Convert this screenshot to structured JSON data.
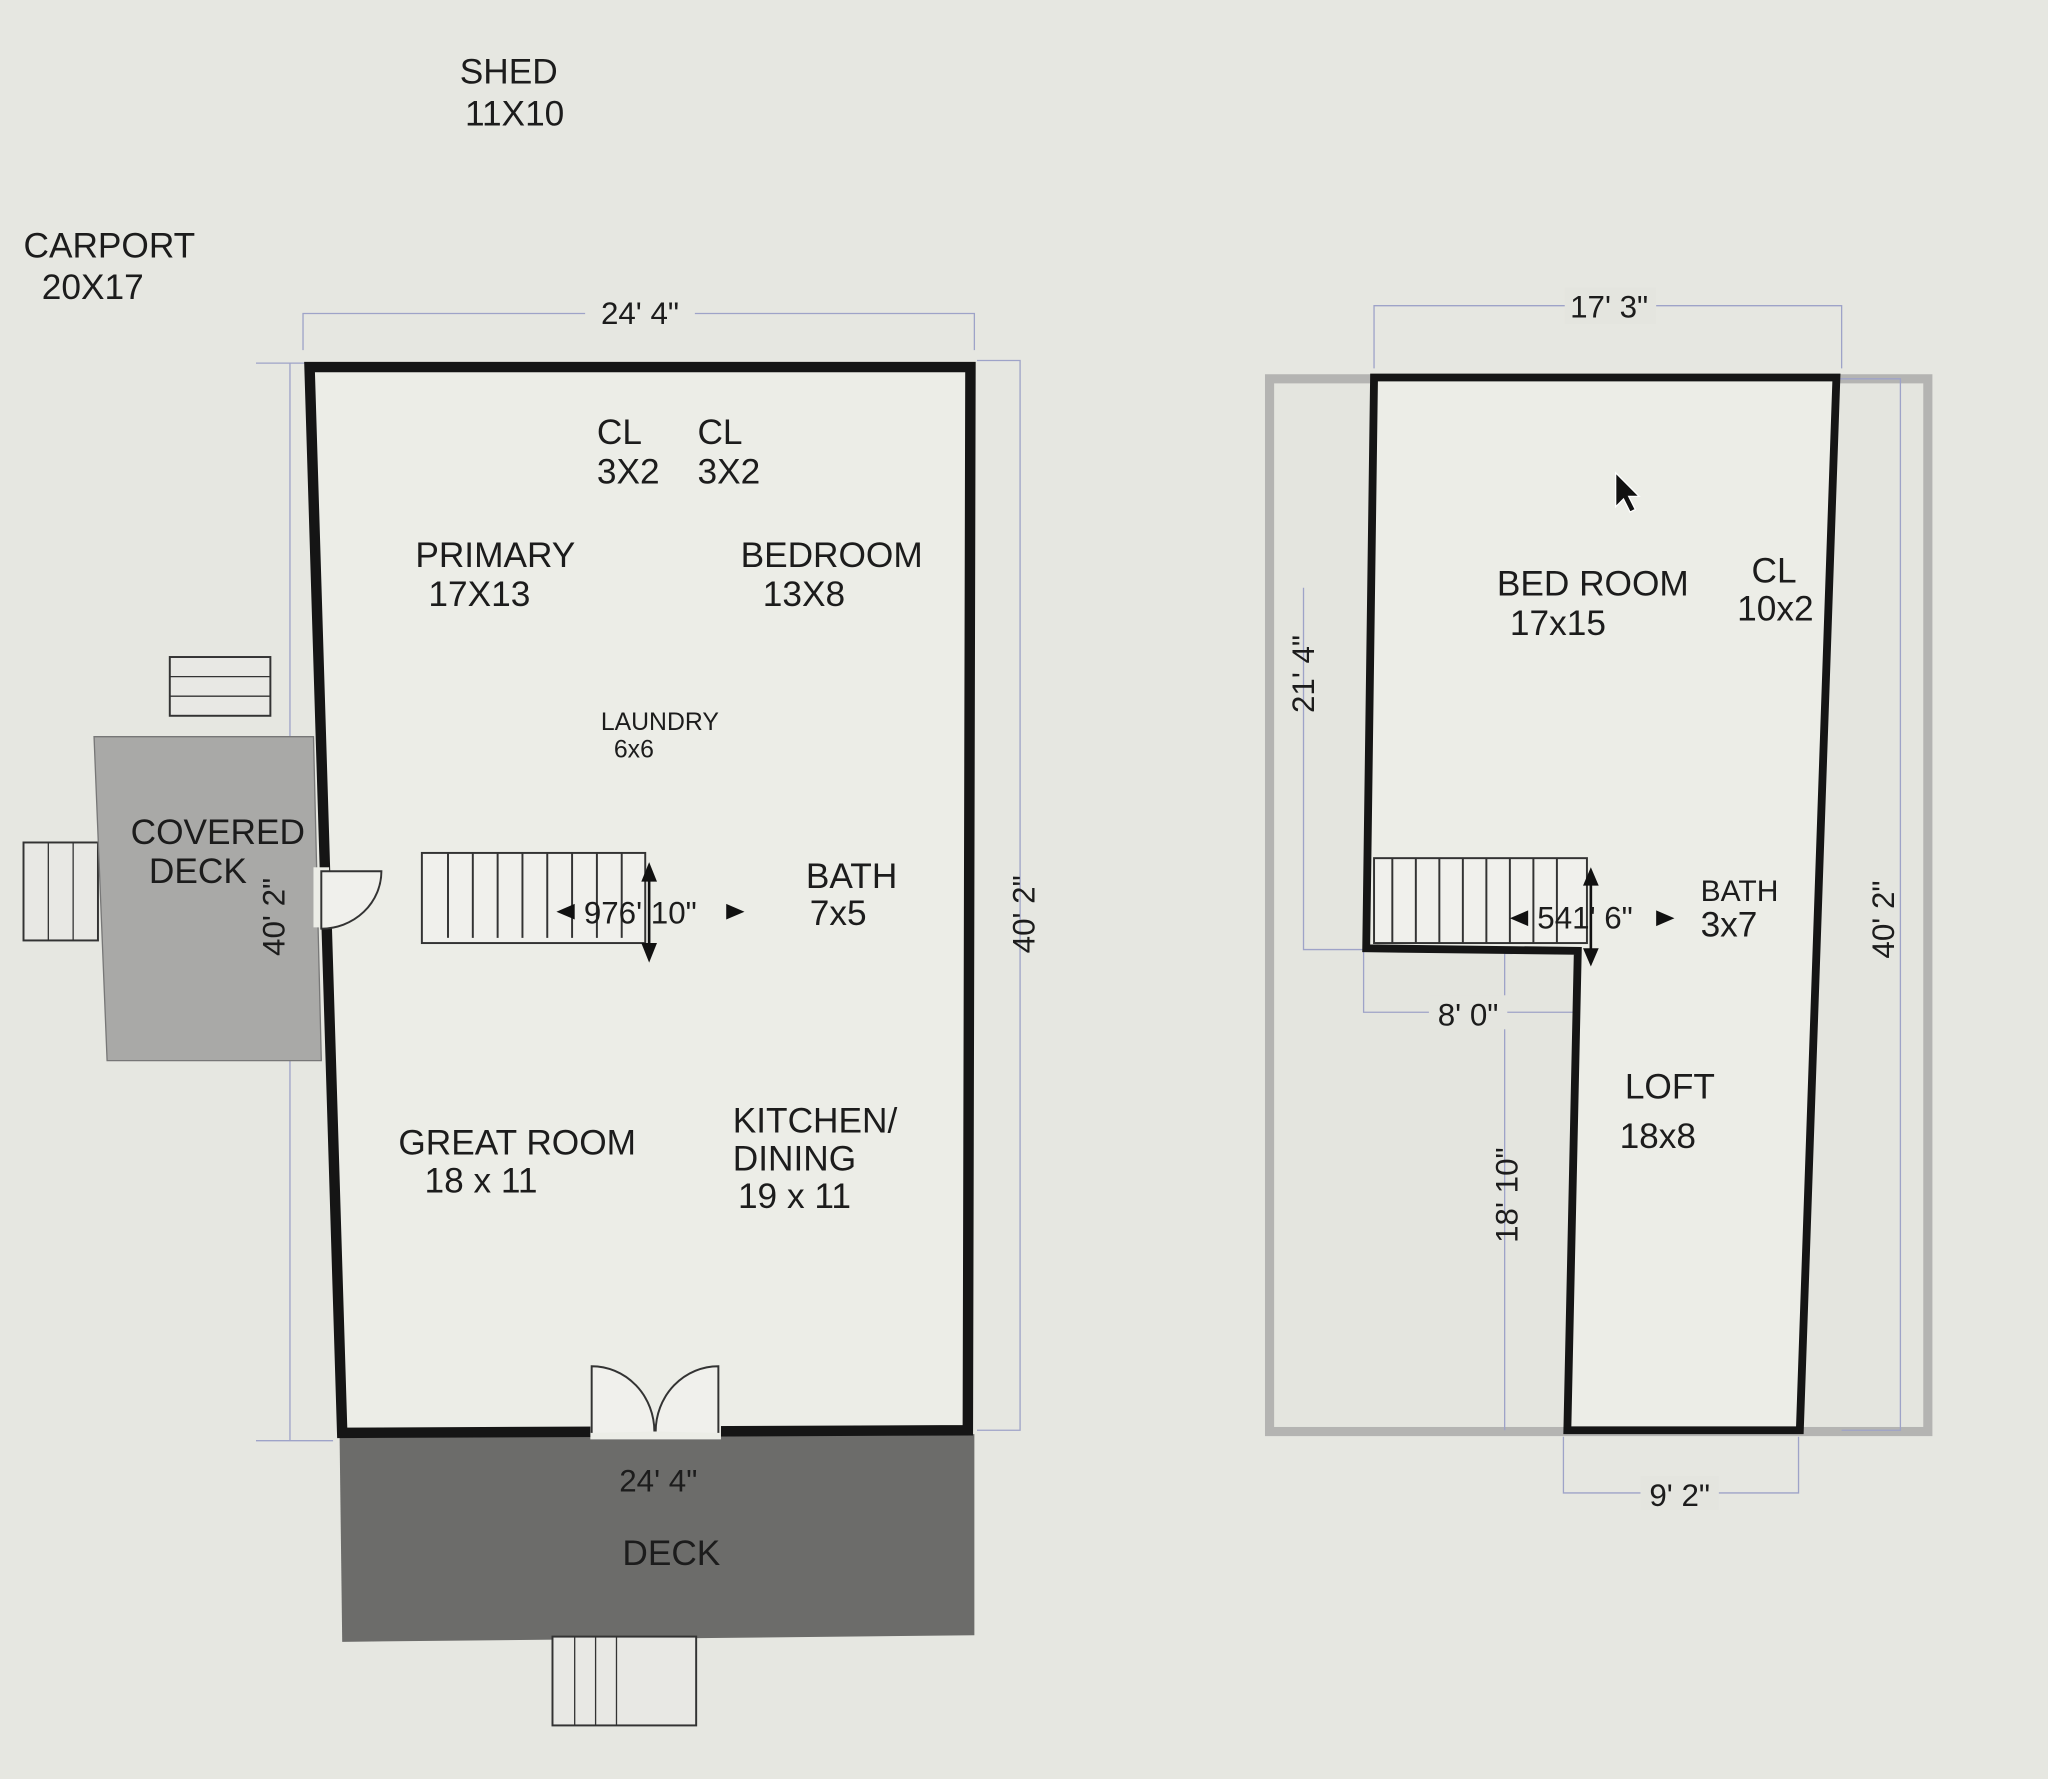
{
  "outside": {
    "shed": {
      "name": "SHED",
      "size": "11X10"
    },
    "carport": {
      "name": "CARPORT",
      "size": "20X17"
    },
    "covered_deck": {
      "name_line1": "COVERED",
      "name_line2": "DECK"
    },
    "deck": {
      "name": "DECK",
      "width": "24' 4\""
    }
  },
  "main_floor": {
    "dims": {
      "top": "24' 4\"",
      "left": "40' 2\"",
      "right": "40' 2\"",
      "stair": "976' 10\""
    },
    "rooms": [
      {
        "name": "CL",
        "size": "3X2"
      },
      {
        "name": "CL",
        "size": "3X2"
      },
      {
        "name": "PRIMARY",
        "size": "17X13"
      },
      {
        "name": "BEDROOM",
        "size": "13X8"
      },
      {
        "name": "LAUNDRY",
        "size": "6x6"
      },
      {
        "name": "BATH",
        "size": "7x5"
      },
      {
        "name": "GREAT ROOM",
        "size": "18 x 11"
      },
      {
        "name": "KITCHEN/",
        "name2": "DINING",
        "size": "19 x 11"
      }
    ]
  },
  "upper_floor": {
    "dims": {
      "top": "17' 3\"",
      "left": "21' 4\"",
      "right": "40' 2\"",
      "step": "8' 0\"",
      "lower": "18' 10\"",
      "bottom": "9' 2\"",
      "stair": "541' 6\""
    },
    "rooms": [
      {
        "name": "BED ROOM",
        "size": "17x15"
      },
      {
        "name": "CL",
        "size": "10x2"
      },
      {
        "name": "BATH",
        "size": "3x7"
      },
      {
        "name": "LOFT",
        "size": "18x8"
      }
    ]
  },
  "colors": {
    "wall": "#151515",
    "covered_deck": "#a9a9a7",
    "deck": "#6c6c6a",
    "background": "#e6e7e1"
  }
}
